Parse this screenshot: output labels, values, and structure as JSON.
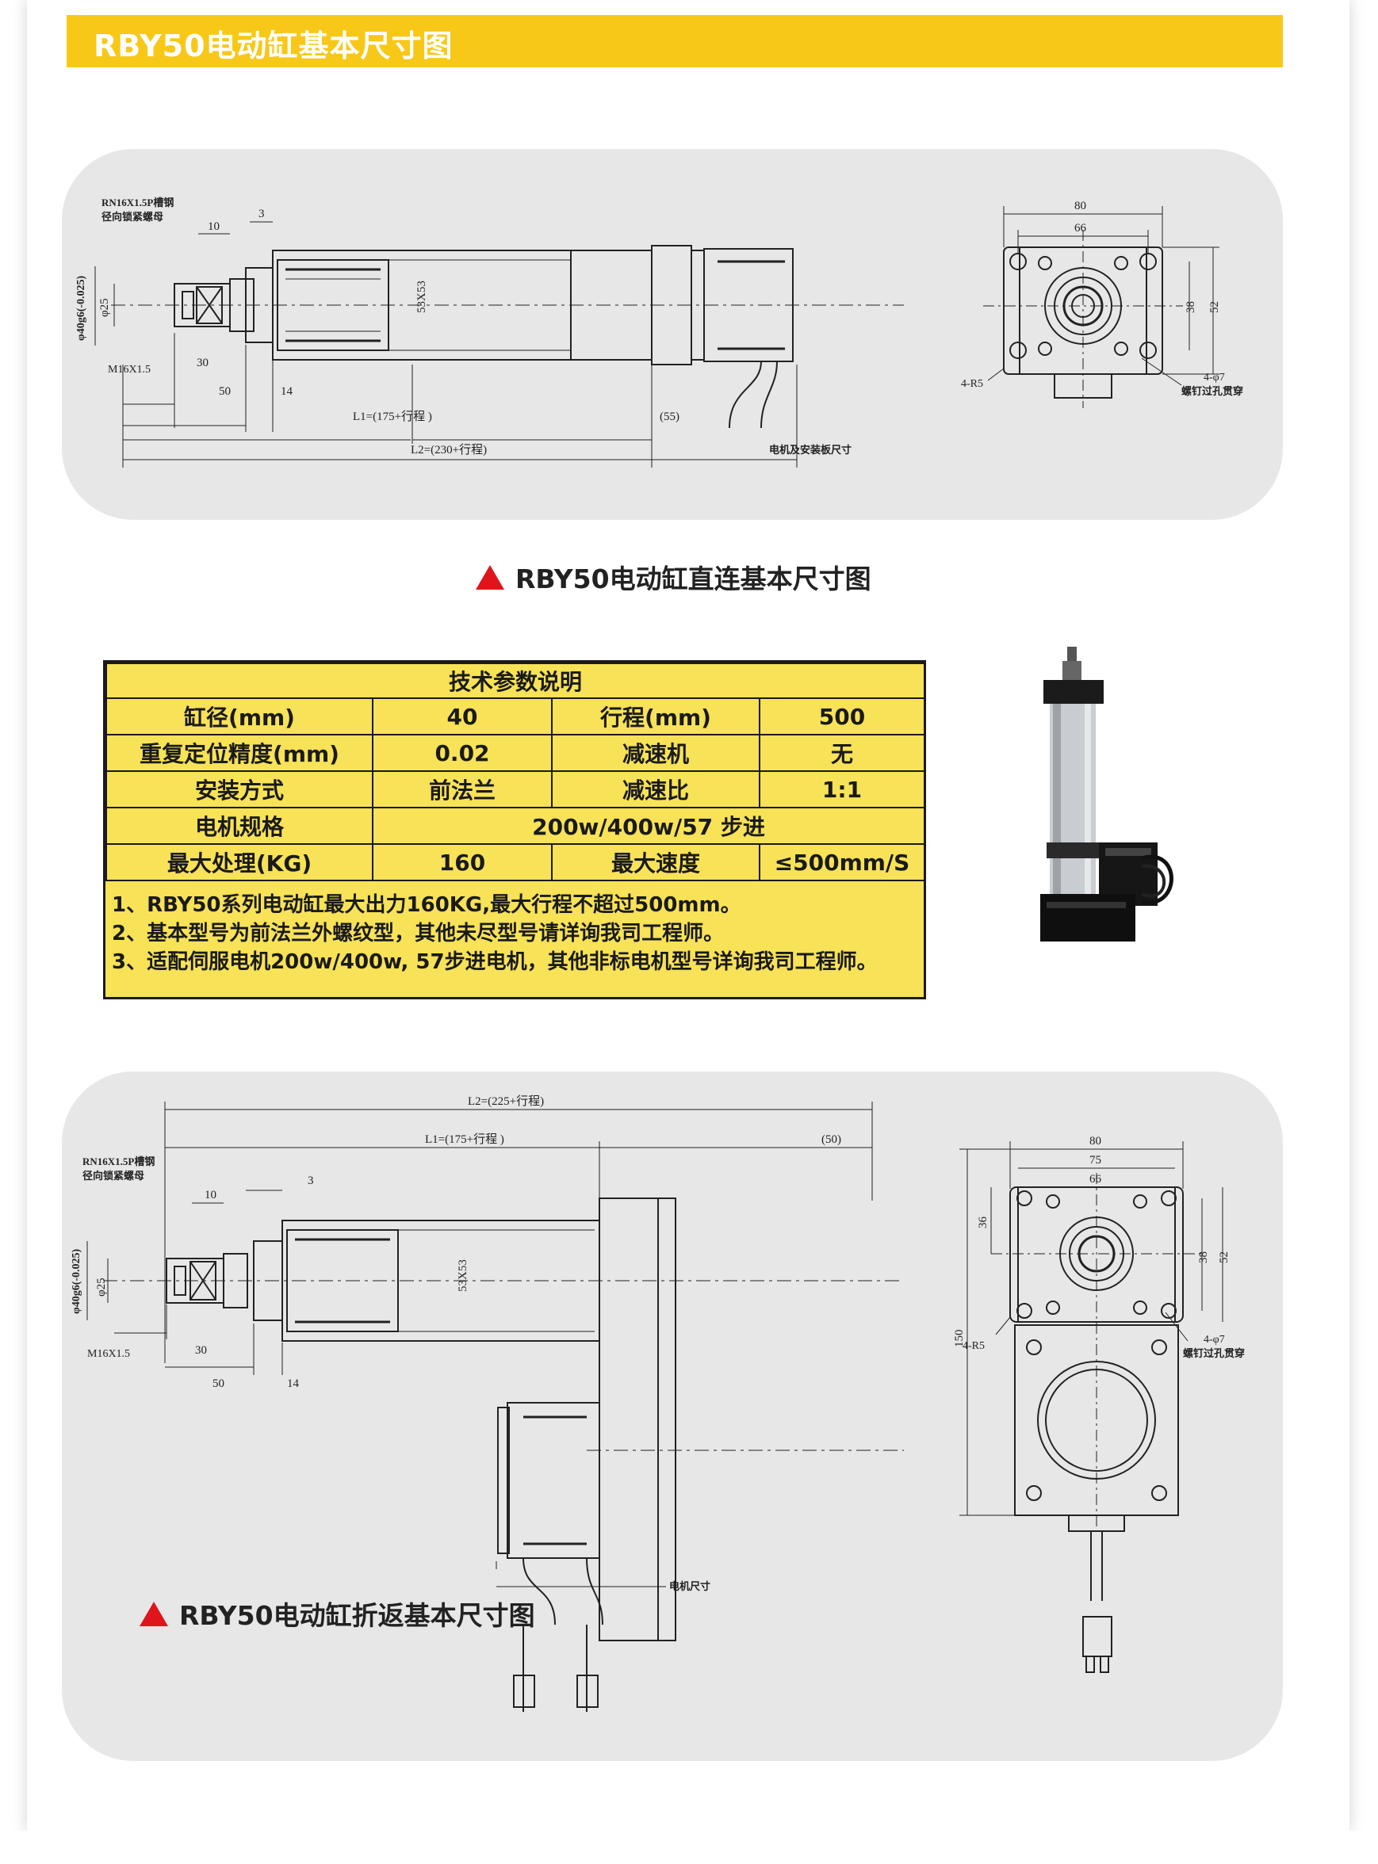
{
  "header": {
    "title": "RBY50电动缸基本尺寸图"
  },
  "figure1": {
    "caption": "RBY50电动缸直连基本尺寸图",
    "labels": {
      "thread_note": "RN16X1.5P槽钢",
      "thread_note2": "径向锁紧螺母",
      "d10": "10",
      "d3": "3",
      "bore": "φ40g6(-0.025)",
      "d25": "φ25",
      "m16": "M16X1.5",
      "d30": "30",
      "d50": "50",
      "d14": "14",
      "profile": "53X53",
      "l1": "L1=(175+行程 )",
      "d55": "(55)",
      "l2": "L2=(230+行程)",
      "motor_note": "电机及安装板尺寸",
      "side_80": "80",
      "side_66": "66",
      "side_38": "38",
      "side_52": "52",
      "r5": "4-R5",
      "holes": "4-φ7",
      "holes_note": "螺钉过孔贯穿"
    }
  },
  "spec": {
    "title": "技术参数说明",
    "rows": [
      [
        "缸径(mm)",
        "40",
        "行程(mm)",
        "500"
      ],
      [
        "重复定位精度(mm)",
        "0.02",
        "减速机",
        "无"
      ],
      [
        "安装方式",
        "前法兰",
        "减速比",
        "1:1"
      ]
    ],
    "motor_row": [
      "电机规格",
      "200w/400w/57 步进"
    ],
    "load_row": [
      "最大处理(KG)",
      "160",
      "最大速度",
      "≤500mm/S"
    ],
    "notes": [
      "1、RBY50系列电动缸最大出力160KG,最大行程不超过500mm。",
      "2、基本型号为前法兰外螺纹型，其他未尽型号请详询我司工程师。",
      "3、适配伺服电机200w/400w, 57步进电机，其他非标电机型号详询我司工程师。"
    ]
  },
  "figure2": {
    "caption": "RBY50电动缸折返基本尺寸图",
    "labels": {
      "l2": "L2=(225+行程)",
      "l1": "L1=(175+行程 )",
      "d50b": "(50)",
      "thread_note": "RN16X1.5P槽钢",
      "thread_note2": "径向锁紧螺母",
      "d10": "10",
      "d3": "3",
      "bore": "φ40g6(-0.025)",
      "d25": "φ25",
      "m16": "M16X1.5",
      "d30": "30",
      "d50": "50",
      "d14": "14",
      "profile": "53X53",
      "motor_note": "电机尺寸",
      "side_80": "80",
      "side_75": "75",
      "side_66": "66",
      "side_36": "36",
      "side_38": "38",
      "side_52": "52",
      "side_150": "150",
      "r5": "4-R5",
      "holes": "4-φ7",
      "holes_note": "螺钉过孔贯穿"
    }
  },
  "colors": {
    "accent": "#f8c819",
    "table_bg": "#f7e258",
    "panel": "#e7e7e8",
    "marker": "#e0141b"
  }
}
